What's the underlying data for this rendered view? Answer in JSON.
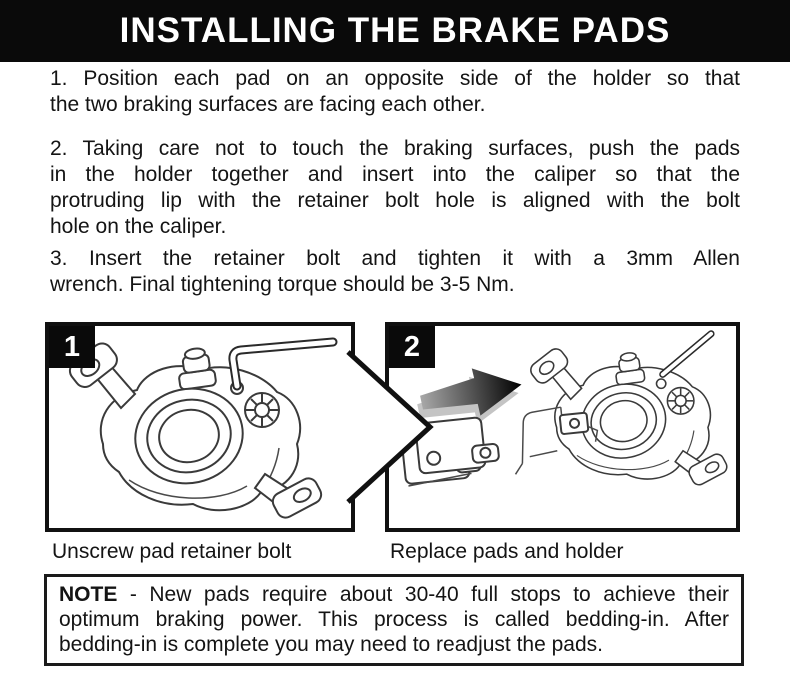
{
  "title": "INSTALLING THE BRAKE PADS",
  "steps": {
    "step1": {
      "lines": [
        "1. Position each pad on an opposite side of the holder so that",
        "the two braking surfaces are facing each other."
      ]
    },
    "step2": {
      "lines": [
        "2. Taking care not to touch the braking surfaces, push the pads",
        "in the holder together and insert into the caliper so that the",
        "protruding lip with the retainer bolt hole is aligned with the bolt",
        "hole on the caliper."
      ]
    },
    "step3": {
      "lines": [
        "3. Insert the retainer bolt and tighten it with a 3mm Allen",
        "wrench. Final tightening torque should be 3-5 Nm."
      ]
    }
  },
  "figures": {
    "fig1": {
      "number": "1",
      "caption": "Unscrew pad retainer bolt"
    },
    "fig2": {
      "number": "2",
      "caption": "Replace pads and holder"
    }
  },
  "note": {
    "label": "NOTE",
    "line1": " - New pads require about 30-40 full stops to achieve their",
    "line2": "optimum braking power. This process is called bedding-in. After",
    "line3": "bedding-in is complete you may need to readjust the pads."
  },
  "colors": {
    "header_bg": "#0a0a0a",
    "text": "#141414",
    "panel_border": "#111111"
  }
}
